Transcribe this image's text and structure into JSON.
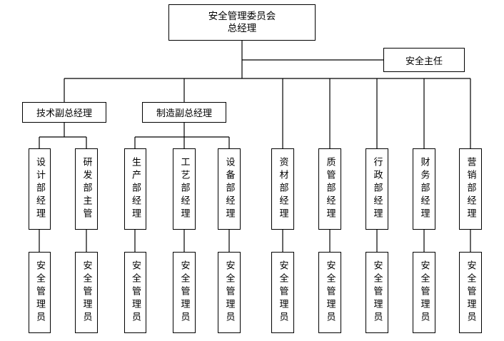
{
  "top": {
    "line1": "安全管理委员会",
    "line2": "总经理"
  },
  "safety_director": "安全主任",
  "vice_gms": {
    "tech": "技术副总经理",
    "manufacturing": "制造副总经理"
  },
  "departments": [
    "设计部经理",
    "研发部主管",
    "生产部经理",
    "工艺部经理",
    "设备部经理",
    "资材部经理",
    "质管部经理",
    "行政部经理",
    "财务部经理",
    "营销部经理"
  ],
  "safety_officers": [
    "安全管理员",
    "安全管理员",
    "安全管理员",
    "安全管理员",
    "安全管理员",
    "安全管理员",
    "安全管理员",
    "安全管理员",
    "安全管理员",
    "安全管理员"
  ]
}
